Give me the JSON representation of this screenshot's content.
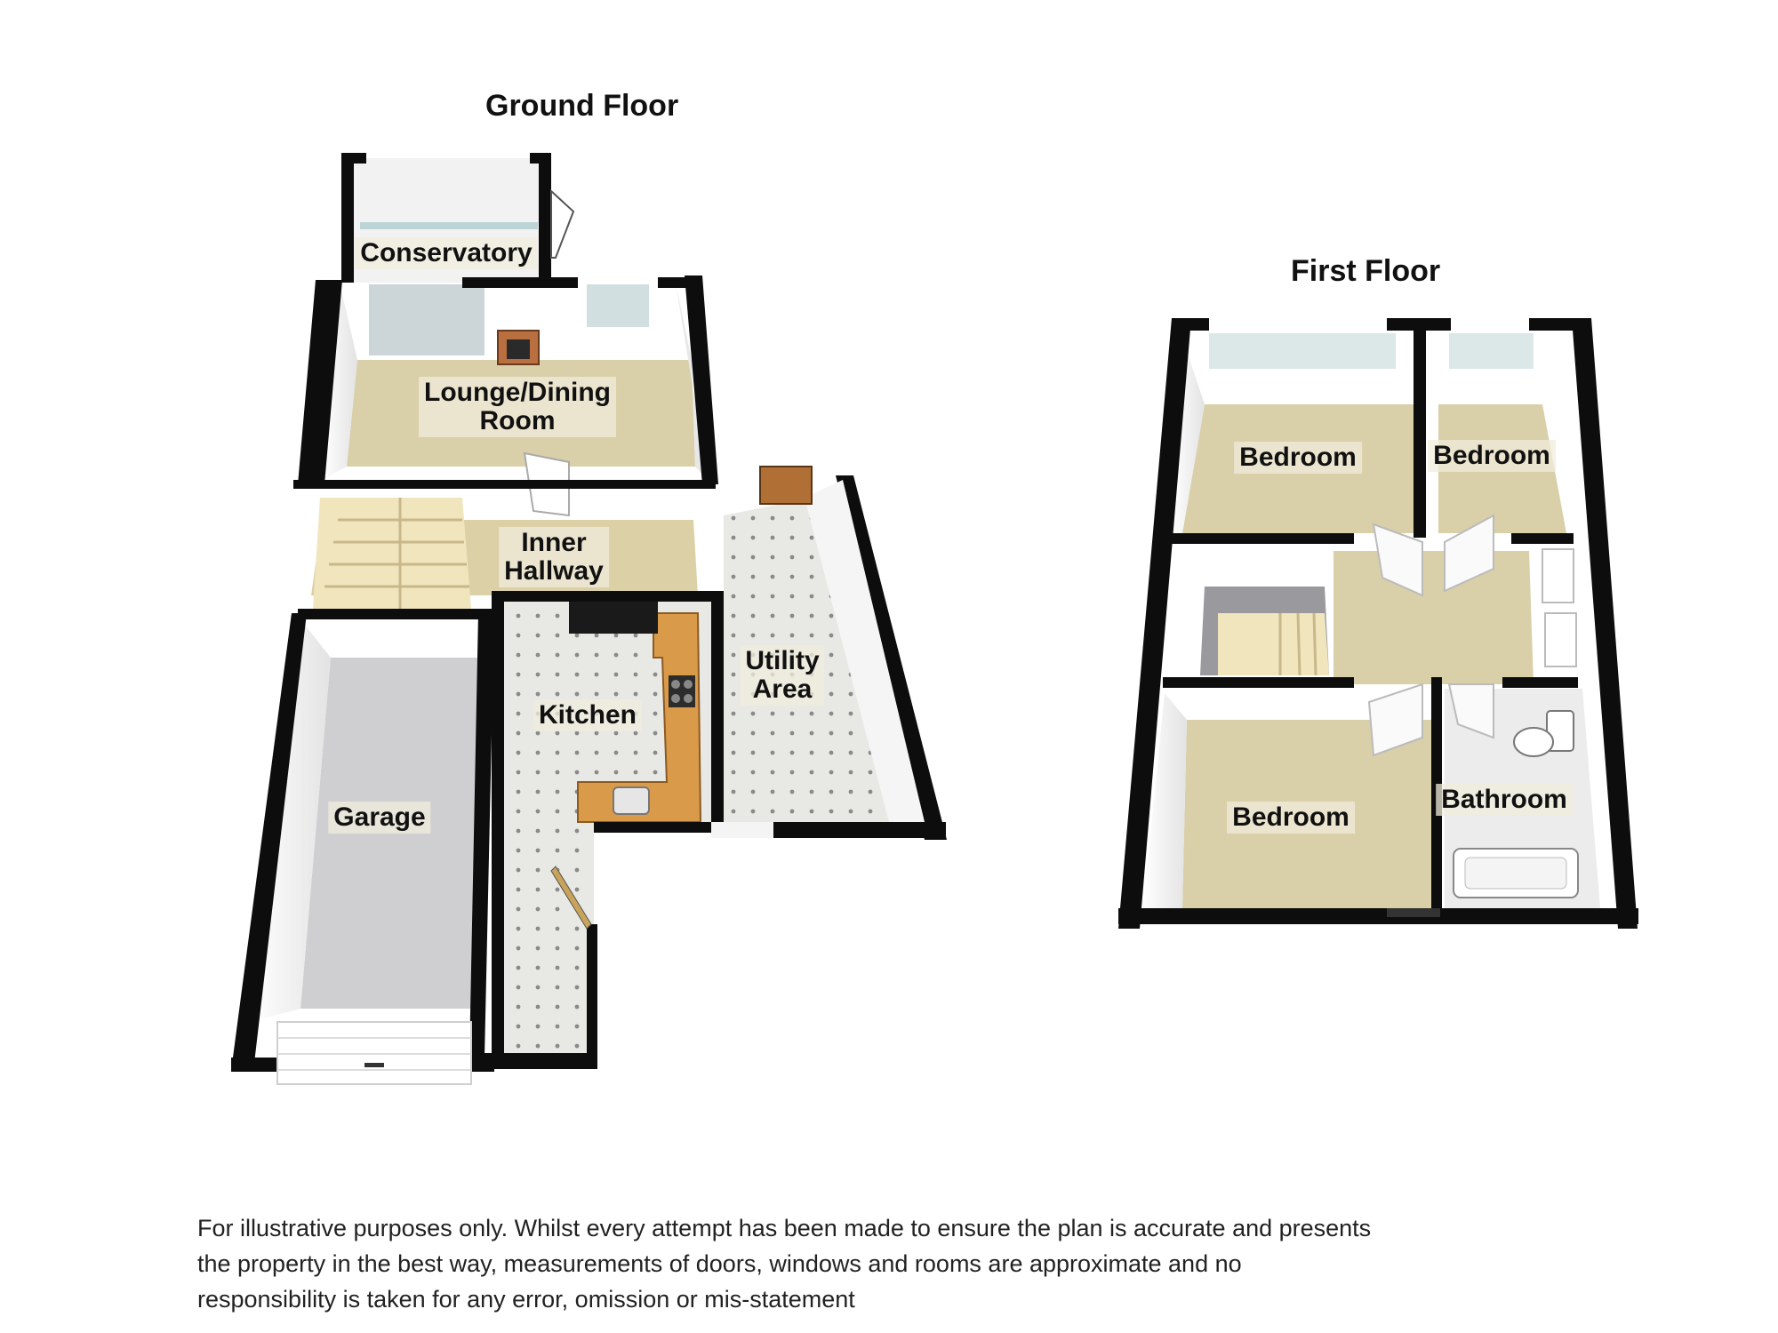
{
  "floors": {
    "ground": {
      "title": "Ground Floor",
      "rooms": {
        "conservatory": "Conservatory",
        "lounge_line1": "Lounge/Dining",
        "lounge_line2": "Room",
        "hall_line1": "Inner",
        "hall_line2": "Hallway",
        "kitchen": "Kitchen",
        "utility_line1": "Utility",
        "utility_line2": "Area",
        "garage": "Garage"
      }
    },
    "first": {
      "title": "First Floor",
      "rooms": {
        "bedroom_1": "Bedroom",
        "bedroom_2": "Bedroom",
        "bedroom_3": "Bedroom",
        "bathroom": "Bathroom"
      }
    }
  },
  "colors": {
    "wall": "#0d0d0d",
    "carpet": "#d9cfa8",
    "tile": "#e6e6e3",
    "garage_floor": "#cfcfd2",
    "stair": "#f1e6c0",
    "counter": "#d99a4a",
    "glass": "#c8d6d8"
  },
  "disclaimer": {
    "line1": "For illustrative purposes only. Whilst every attempt has been made to ensure the plan is accurate and presents",
    "line2": "the property in the best way, measurements of doors, windows and rooms are approximate and no",
    "line3": "responsibility is taken for any error, omission or mis-statement"
  }
}
